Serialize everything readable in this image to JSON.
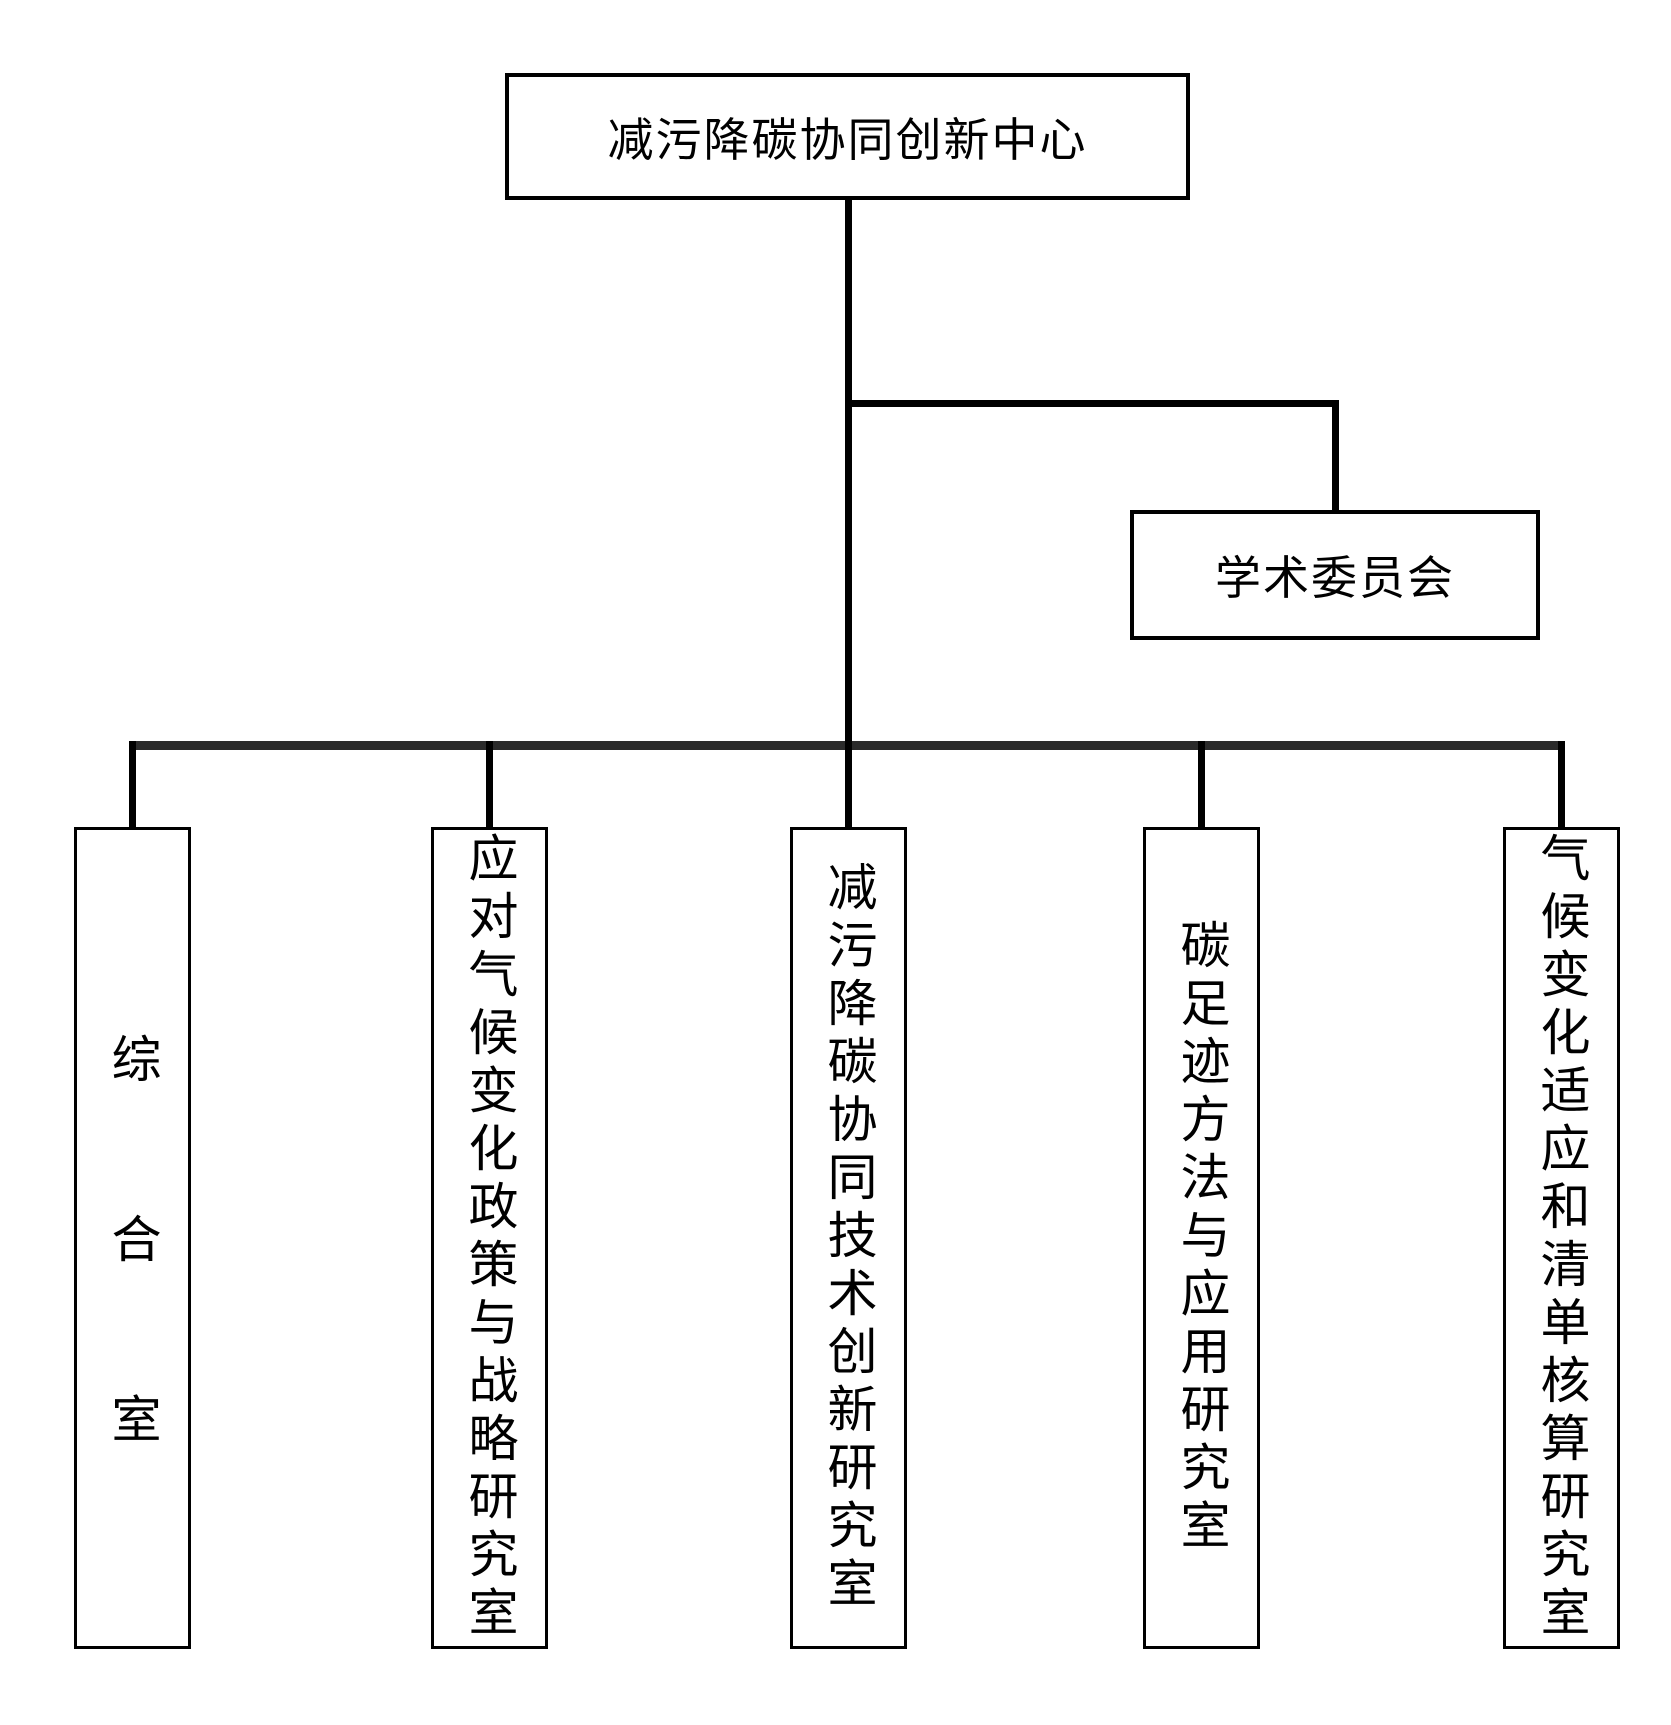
{
  "diagram": {
    "type": "org-chart",
    "root": {
      "label": "减污降碳协同创新中心"
    },
    "committee": {
      "label": "学术委员会"
    },
    "departments": [
      {
        "label": "综合室"
      },
      {
        "label": "应对气候变化政策与战略研究室"
      },
      {
        "label": "减污降碳协同技术创新研究室"
      },
      {
        "label": "碳足迹方法与应用研究室"
      },
      {
        "label": "气候变化适应和清单核算研究室"
      }
    ],
    "colors": {
      "background": "#ffffff",
      "box_border": "#000000",
      "text": "#000000",
      "line": "#000000",
      "main_connector": "#2b2b2b"
    }
  }
}
